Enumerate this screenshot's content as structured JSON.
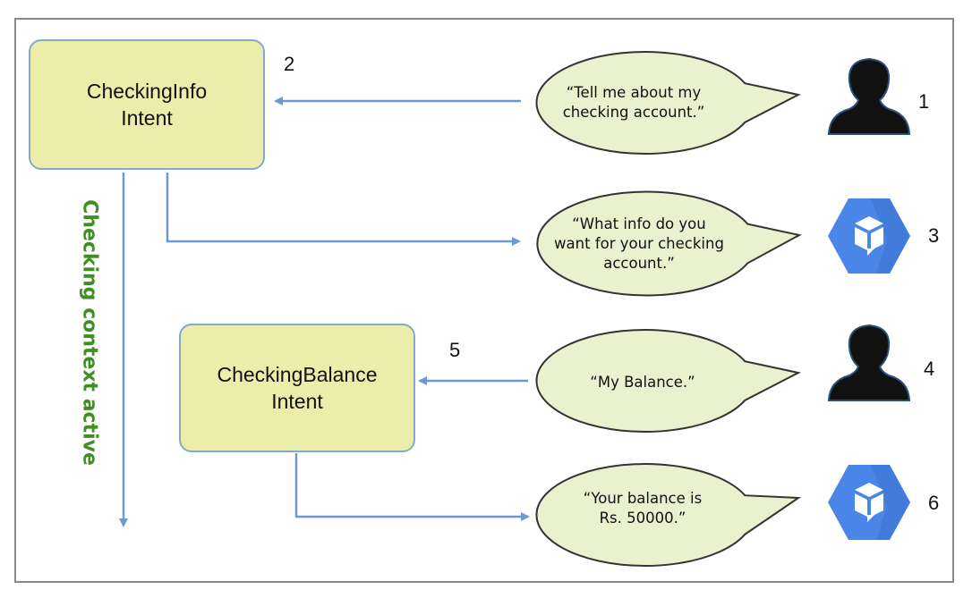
{
  "colors": {
    "box_fill": "#ecedab",
    "box_border": "#86a9cd",
    "arrow": "#6d99cf",
    "bubble_fill": "#eaf1cf",
    "context_label": "#3f8f22",
    "bot_blue": "#4a86e8"
  },
  "intents": [
    {
      "label": "CheckingInfo\nIntent"
    },
    {
      "label": "CheckingBalance\nIntent"
    }
  ],
  "steps": [
    "1",
    "2",
    "3",
    "4",
    "5",
    "6"
  ],
  "bubbles": [
    {
      "speaker": "user",
      "text": "“Tell me about my\nchecking account.”"
    },
    {
      "speaker": "bot",
      "text": "“What info do you\nwant for your checking\naccount.”"
    },
    {
      "speaker": "user",
      "text": "“My Balance.”"
    },
    {
      "speaker": "bot",
      "text": "“Your balance is\nRs. 50000.”"
    }
  ],
  "icons": [
    "user-silhouette-icon",
    "bot-hexagon-icon",
    "user-silhouette-icon",
    "bot-hexagon-icon"
  ],
  "context": {
    "label": "Checking context active"
  }
}
